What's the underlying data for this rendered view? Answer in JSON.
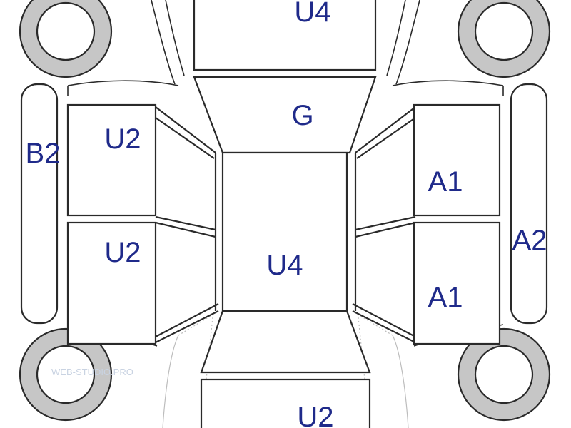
{
  "diagram": {
    "labels": {
      "roof_top": "U4",
      "hood": "G",
      "left_door_front": "U2",
      "left_door_rear": "U2",
      "left_rocker": "B2",
      "right_door_front": "A1",
      "right_door_rear": "A1",
      "right_rocker": "A2",
      "roof_center": "U4",
      "trunk_bottom": "U2"
    },
    "watermark": "WEB-STUDIO.PRO"
  },
  "colors": {
    "label_text": "#1f2a8a",
    "outline": "#2a2a2a",
    "tire_fill": "#c6c6c6",
    "background": "#ffffff"
  }
}
